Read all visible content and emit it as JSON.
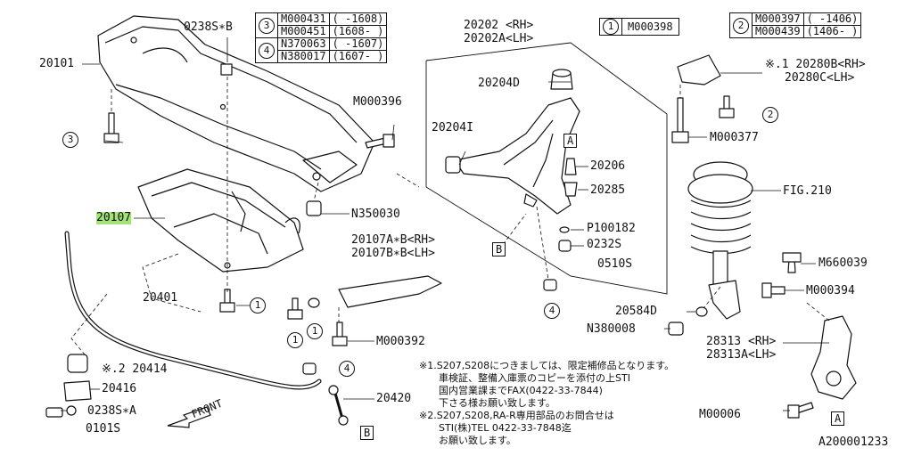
{
  "diagram_id": "A200001233",
  "front_label": "FRONT",
  "tables": {
    "t3": {
      "num": "3",
      "rows": [
        [
          "M000431",
          "( -1608)"
        ],
        [
          "M000451",
          "(1608- )"
        ]
      ]
    },
    "t4": {
      "num": "4",
      "rows": [
        [
          "N370063",
          "( -1607)"
        ],
        [
          "N380017",
          "(1607- )"
        ]
      ]
    },
    "t1": {
      "num": "1",
      "code": "M000398"
    },
    "t2": {
      "num": "2",
      "rows": [
        [
          "M000397",
          "( -1406)"
        ],
        [
          "M000439",
          "(1406- )"
        ]
      ]
    }
  },
  "labels": {
    "p20101": "20101",
    "p0238sb": "0238S∗B",
    "pM000396": "M000396",
    "pN350030": "N350030",
    "p20107": "20107",
    "p20107ab": "20107A∗B<RH>",
    "p20107bb": "20107B∗B<LH>",
    "p20401": "20401",
    "pM000392": "M000392",
    "p220414": "※.2 20414",
    "p20416": "20416",
    "p0238sa": "0238S∗A",
    "p0101s": "0101S",
    "p20420": "20420",
    "p20202": "20202 <RH>",
    "p20202a": "20202A<LH>",
    "p20204d": "20204D",
    "p20204i": "20204I",
    "p20206": "20206",
    "p20285": "20285",
    "pP100182": "P100182",
    "p0232s": "0232S",
    "p0510s": "0510S",
    "p20280b": "※.1 20280B<RH>",
    "p20280c": "20280C<LH>",
    "pM000377": "M000377",
    "pFIG210": "FIG.210",
    "pM660039": "M660039",
    "pM000394": "M000394",
    "p20584d": "20584D",
    "pN380008": "N380008",
    "p28313": "28313 <RH>",
    "p28313a": "28313A<LH>",
    "pM00006": "M00006"
  },
  "callouts": {
    "c3": "3",
    "c1a": "1",
    "c1b": "1",
    "c1c": "1",
    "c2": "2",
    "c4a": "4",
    "c4b": "4",
    "bA1": "A",
    "bA2": "A",
    "bB1": "B",
    "bB2": "B"
  },
  "notes": {
    "n1": "※1.S207,S208につきましては、限定補修品となります。",
    "n2": "車検証、整備入庫票のコピーを添付の上STI",
    "n3": "国内営業課までFAX(0422-33-7844)",
    "n4": "下さる様お願い致します。",
    "n5": "※2.S207,S208,RA-R専用部品のお問合せは",
    "n6": "STI(株)TEL 0422-33-7848迄",
    "n7": "お願い致します。"
  },
  "colors": {
    "highlight": "#a5e27a",
    "ink": "#111111"
  }
}
